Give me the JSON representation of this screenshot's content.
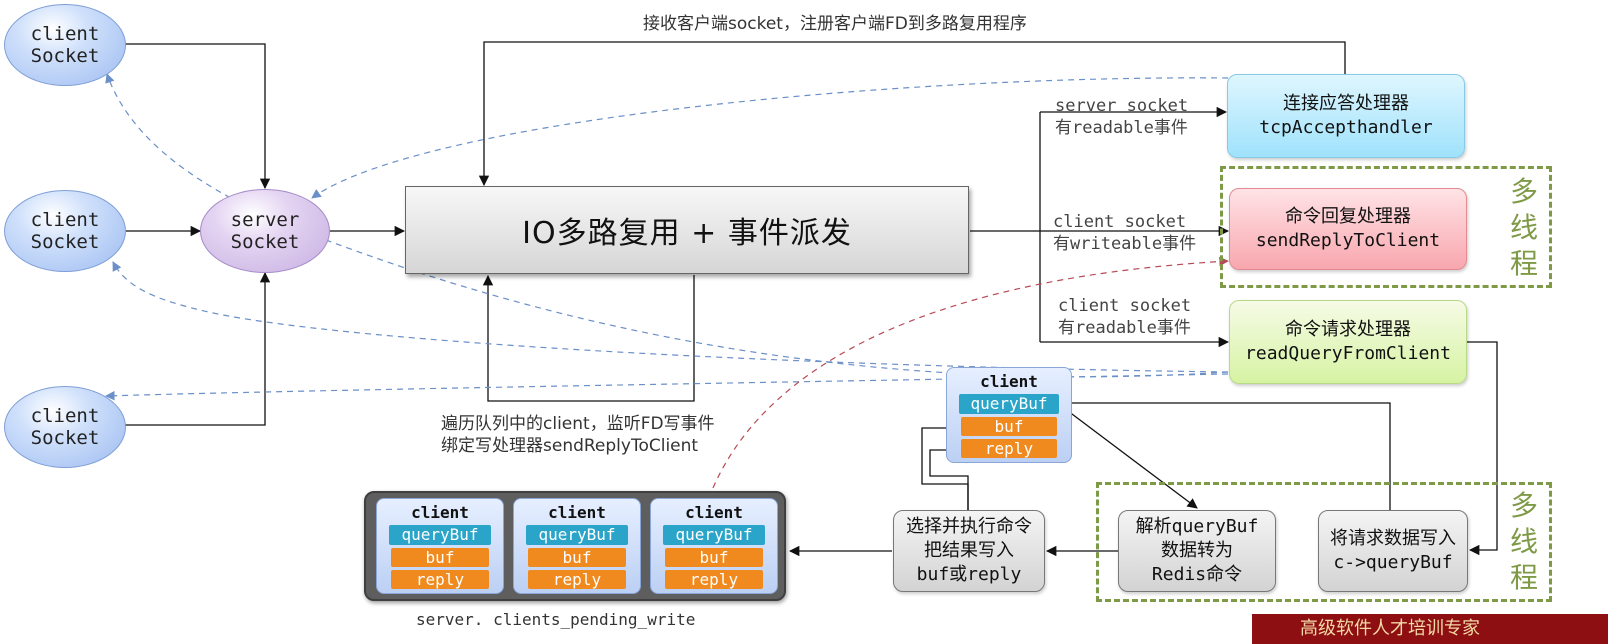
{
  "top_annotation": "接收客户端socket，注册客户端FD到多路复用程序",
  "clients": [
    {
      "line1": "client",
      "line2": "Socket"
    },
    {
      "line1": "client",
      "line2": "Socket"
    },
    {
      "line1": "client",
      "line2": "Socket"
    }
  ],
  "server": {
    "line1": "server",
    "line2": "Socket"
  },
  "io_box": "IO多路复用 + 事件派发",
  "edge_labels": {
    "accept": {
      "line1": "server socket",
      "line2": "有readable事件"
    },
    "reply": {
      "line1": "client socket",
      "line2": "有writeable事件"
    },
    "read": {
      "line1": "client socket",
      "line2": "有readable事件"
    }
  },
  "handlers": {
    "accept": {
      "line1": "连接应答处理器",
      "line2": "tcpAccepthandler"
    },
    "reply": {
      "line1": "命令回复处理器",
      "line2": "sendReplyToClient"
    },
    "read": {
      "line1": "命令请求处理器",
      "line2": "readQueryFromClient"
    }
  },
  "multithread_label": [
    "多",
    "线",
    "程"
  ],
  "traverse_note": {
    "line1": "遍历队列中的client，监听FD写事件",
    "line2": "绑定写处理器sendReplyToClient"
  },
  "client_card": {
    "title": "client",
    "querybuf": "queryBuf",
    "buf": "buf",
    "reply": "reply"
  },
  "pending_caption": "server. clients_pending_write",
  "processes": {
    "execute": [
      "选择并执行命令",
      "把结果写入",
      "buf或reply"
    ],
    "parse": [
      "解析queryBuf",
      "数据转为",
      "Redis命令"
    ],
    "write": [
      "将请求数据写入",
      "c->queryBuf"
    ]
  },
  "banner_text": "高级软件人才培训专家"
}
